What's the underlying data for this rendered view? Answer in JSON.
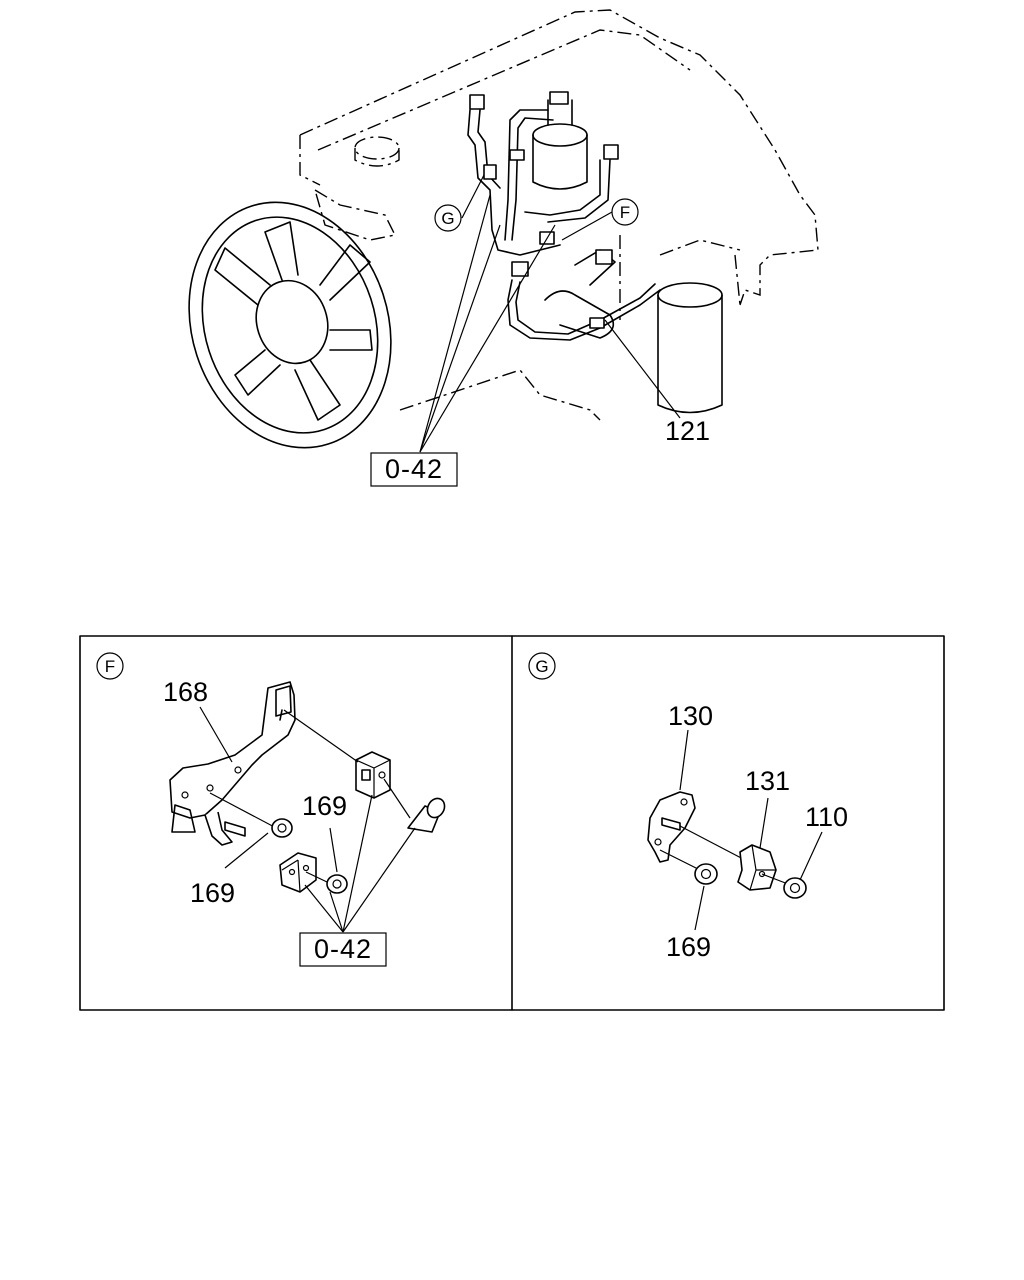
{
  "main_view": {
    "callouts": [
      "G",
      "F"
    ],
    "labels": {
      "pipe": "121",
      "ref": "0-42"
    }
  },
  "detail_f": {
    "circle_label": "F",
    "labels": {
      "bracket": "168",
      "nut_upper": "169",
      "nut_lower": "169",
      "ref": "0-42"
    }
  },
  "detail_g": {
    "circle_label": "G",
    "labels": {
      "plate": "130",
      "clip": "131",
      "nut_right": "110",
      "nut_bottom": "169"
    }
  }
}
